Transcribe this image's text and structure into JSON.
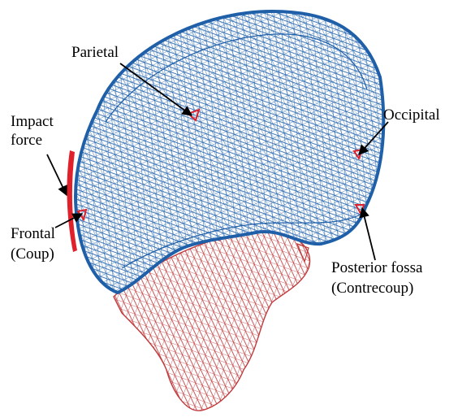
{
  "labels": {
    "parietal": "Parietal",
    "occipital": "Occipital",
    "impact_line1": "Impact",
    "impact_line2": "force",
    "frontal_line1": "Frontal",
    "frontal_line2": "(Coup)",
    "posterior_line1": "Posterior fossa",
    "posterior_line2": "(Contrecoup)"
  },
  "colors": {
    "cerebrum_mesh": "#1f5fa8",
    "brainstem_mesh": "#c0393b",
    "highlight": "#e0202a",
    "text": "#000000"
  }
}
